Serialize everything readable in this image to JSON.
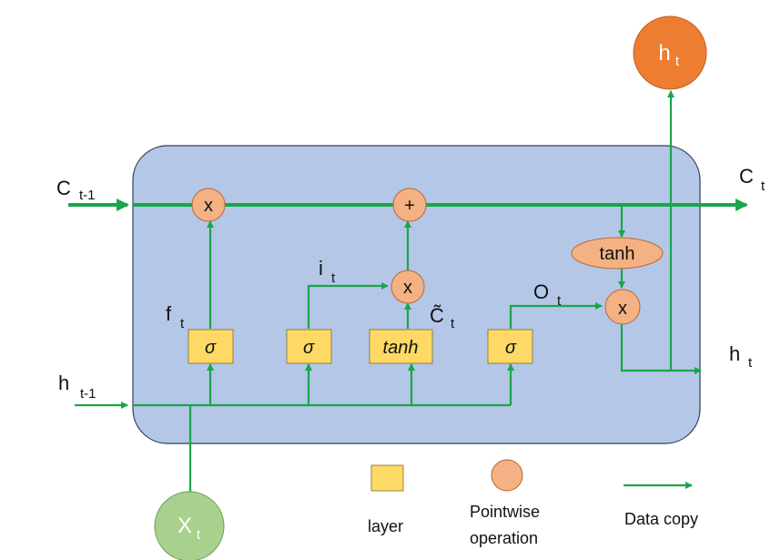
{
  "cell": {
    "c_prev": {
      "main": "C",
      "sub": "t-1"
    },
    "c_next": {
      "main": "C",
      "sub": "t"
    },
    "h_prev": {
      "main": "h",
      "sub": "t-1"
    },
    "h_out_right": {
      "main": "h",
      "sub": "t"
    },
    "h_out_top": {
      "main": "h",
      "sub": "t"
    },
    "x_in": {
      "main": "X",
      "sub": "t"
    },
    "f_gate": {
      "main": "f",
      "sub": "t"
    },
    "i_gate": {
      "main": "i",
      "sub": "t"
    },
    "c_tilde": {
      "main": "C̃",
      "sub": "t"
    },
    "o_gate": {
      "main": "O",
      "sub": "t"
    }
  },
  "layers": {
    "forget": "σ",
    "input": "σ",
    "candidate": "tanh",
    "output": "σ"
  },
  "ops": {
    "forget_mult": "x",
    "add": "+",
    "input_mult": "x",
    "tanh": "tanh",
    "output_mult": "x"
  },
  "legend": {
    "layer": "layer",
    "pointwise_line1": "Pointwise",
    "pointwise_line2": "operation",
    "data_copy": "Data copy"
  },
  "colors": {
    "cell_fill": "#b4c7e7",
    "cell_stroke": "#2f3f5f",
    "arrow": "#1aa64a",
    "layer_fill": "#ffd966",
    "op_fill": "#f4b183",
    "h_node": "#ed7d31",
    "x_node": "#a9d18e"
  }
}
